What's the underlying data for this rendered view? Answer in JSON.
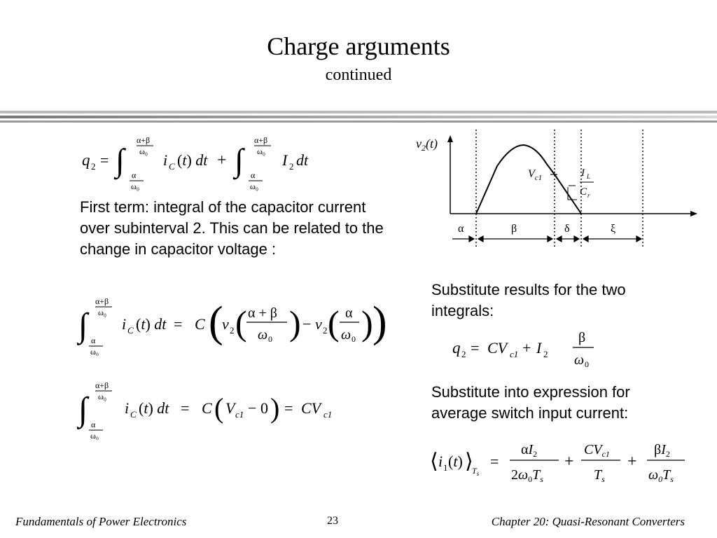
{
  "slide": {
    "title": "Charge arguments",
    "subtitle": "continued"
  },
  "left": {
    "paragraph": "First term: integral of the capacitor current over subinterval 2. This can be related to the change in capacitor voltage :"
  },
  "right": {
    "paragraph1": "Substitute results for the two integrals:",
    "paragraph2": "Substitute into expression for average switch input current:"
  },
  "equations": {
    "eq1": {
      "lhs": "q₂ =",
      "term1_integrand": "i_C(t) dt",
      "term2_integrand": "I₂ dt",
      "plus": "+",
      "upper_limit": "α+β over ω₀",
      "lower_limit": "α over ω₀"
    },
    "eq2": "∫ i_C(t) dt = C ( v₂((α+β)/ω₀) − v₂(α/ω₀) )",
    "eq3": "∫ i_C(t) dt = C ( V_c1 − 0 ) = C V_c1",
    "eq4": "q₂ = C V_c1 + I₂ β/ω₀",
    "eq5": "⟨i₁(t)⟩_Ts = α I₂ / (2 ω₀ T_s) + C V_c1 / T_s + β I₂ / (ω₀ T_s)"
  },
  "waveform": {
    "y_label": "v₂(t)",
    "vc1_label": "V_c1",
    "slope_label": "I_L / C_r",
    "intervals": [
      "α",
      "β",
      "δ",
      "ξ"
    ]
  },
  "footer": {
    "left": "Fundamentals of Power Electronics",
    "page": "23",
    "right": "Chapter 20:  Quasi-Resonant Converters"
  }
}
